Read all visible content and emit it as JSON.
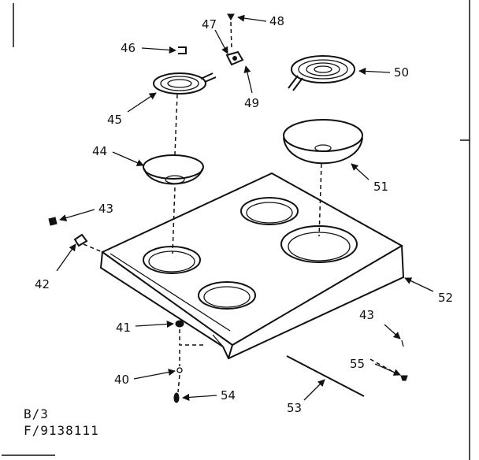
{
  "callouts": {
    "c40": "40",
    "c41": "41",
    "c42": "42",
    "c43a": "43",
    "c43b": "43",
    "c44": "44",
    "c45": "45",
    "c46": "46",
    "c47": "47",
    "c48": "48",
    "c49": "49",
    "c50": "50",
    "c51": "51",
    "c52": "52",
    "c53": "53",
    "c54": "54",
    "c55": "55"
  },
  "reference": {
    "line1": "B/3",
    "line2": "F/9138111"
  }
}
